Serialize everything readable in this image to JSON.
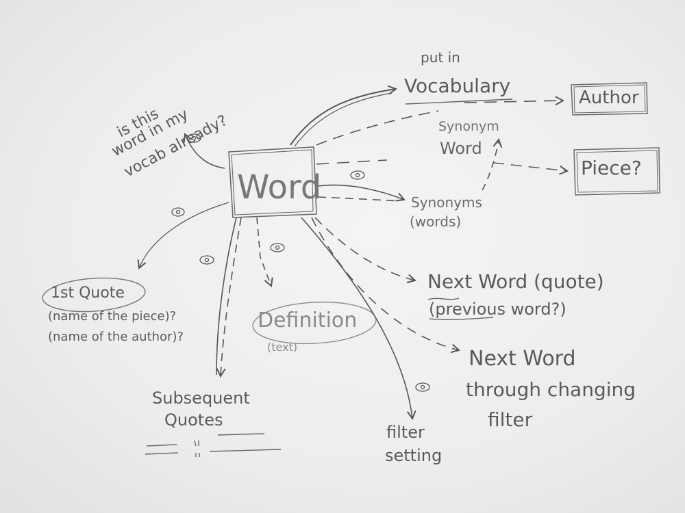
{
  "nodes": {
    "word": "Word",
    "vocab_note": "put in",
    "vocabulary": "Vocabulary",
    "author": "Author",
    "synonym_word_1": "Synonym",
    "synonym_word_2": "Word",
    "piece": "Piece?",
    "synonyms_1": "Synonyms",
    "synonyms_2": "(words)",
    "next_word_quote": "Next Word (quote)",
    "previous_word": "(previous word?)",
    "next_word_filter_1": "Next Word",
    "next_word_filter_2": "through changing",
    "next_word_filter_3": "filter",
    "filter_setting_1": "filter",
    "filter_setting_2": "setting",
    "definition": "Definition",
    "definition_text": "(text)",
    "subsequent_quotes_1": "Subsequent",
    "subsequent_quotes_2": "Quotes",
    "first_quote": "1st Quote",
    "piece_name": "(name of the piece)?",
    "author_name": "(name of the author)?",
    "question_1": "is this",
    "question_2": "word in my",
    "question_3": "vocab already?"
  }
}
